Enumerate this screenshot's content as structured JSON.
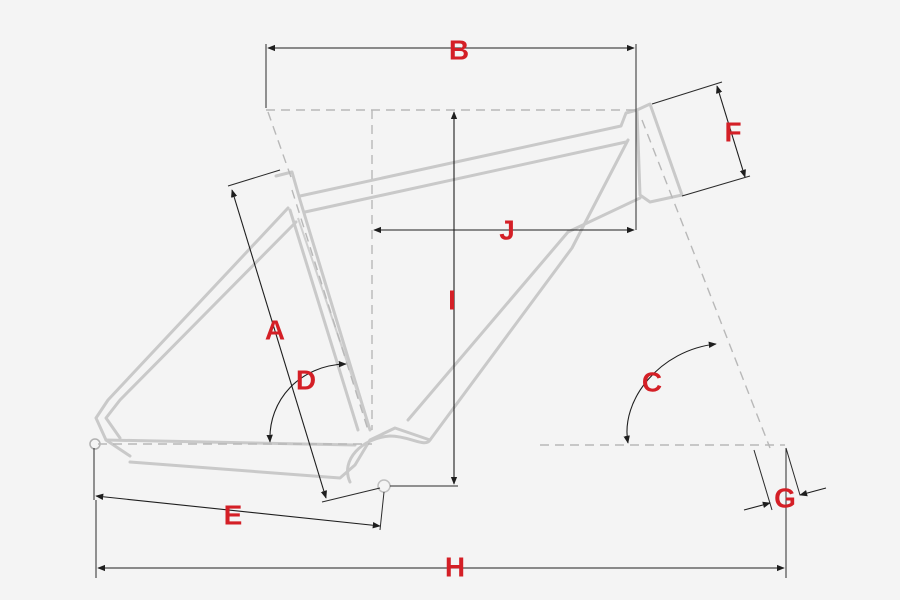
{
  "diagram": {
    "labels": {
      "a": "A",
      "b": "B",
      "c": "C",
      "d": "D",
      "e": "E",
      "f": "F",
      "g": "G",
      "h": "H",
      "i": "I",
      "j": "J"
    },
    "colors": {
      "label": "#d41f26",
      "frame": "#c9c9c9",
      "reference_line": "#b8b8b8",
      "dimension_line": "#1e1e1e",
      "background": "#f4f4f4"
    }
  }
}
